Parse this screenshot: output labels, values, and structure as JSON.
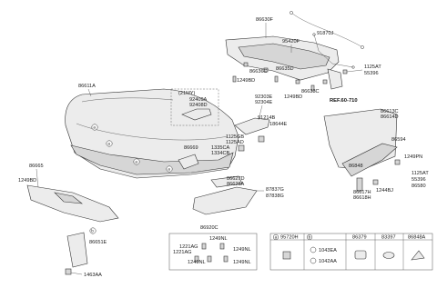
{
  "callouts": {
    "p86630F": "86630F",
    "p91870J": "91870J",
    "p95420F": "95420F",
    "p86635D": "86635D",
    "p86636C": "86636C",
    "p1249BD_a": "1249BD",
    "p1249BD_b": "1249BD",
    "p86633C": "86633C",
    "p1125AT_a": "1125AT",
    "p55396_a": "55396",
    "p86611A": "86611A",
    "p21MY": "(21MY)",
    "p92409A": "92409A",
    "p92408D": "92408D",
    "p92303E": "92303E",
    "p92304E": "92304E",
    "p91214B": "91214B",
    "p18644E": "18644E",
    "p1125GB": "1125GB",
    "p1125AD": "1125AD",
    "p1335CA": "1335CA",
    "p1334CB": "1334CB",
    "p86669": "86669",
    "p86665": "86665",
    "p1249BD_c": "1249BD",
    "p86627D": "86627D",
    "p86628A": "86628A",
    "p87837G": "87837G",
    "p87838G": "87838G",
    "pREF": "REF.60-710",
    "p86613C": "86613C",
    "p86614D": "86614D",
    "p86594": "86594",
    "p1249PN": "1249PN",
    "p86848": "86848",
    "p1125AT_b": "1125AT",
    "p55396_b": "55396",
    "p86580": "86580",
    "p1244BJ": "1244BJ",
    "p86617H": "86617H",
    "p86618H": "86618H",
    "p86651E": "86651E",
    "p1463AA": "1463AA",
    "p86920C": "86920C",
    "p1249NL_a": "1249NL",
    "p1221AG_a": "1221AG",
    "p1221AG_b": "1221AG",
    "p1249NL_b": "1249NL",
    "p1249NL_c": "1249NL",
    "p1249NL_d": "1249NL"
  },
  "circle_markers": {
    "a": "a",
    "b": "b"
  },
  "legend_table": {
    "cell_a_letter": "a",
    "cell_a_code": "95720H",
    "cell_b_letter": "b",
    "cell_b_code1": "1043EA",
    "cell_b_code2": "1042AA",
    "col3": "86379",
    "col4": "83397",
    "col5": "86848A"
  },
  "colors": {
    "line": "#333333",
    "part_fill": "#ececec",
    "background": "#ffffff"
  }
}
